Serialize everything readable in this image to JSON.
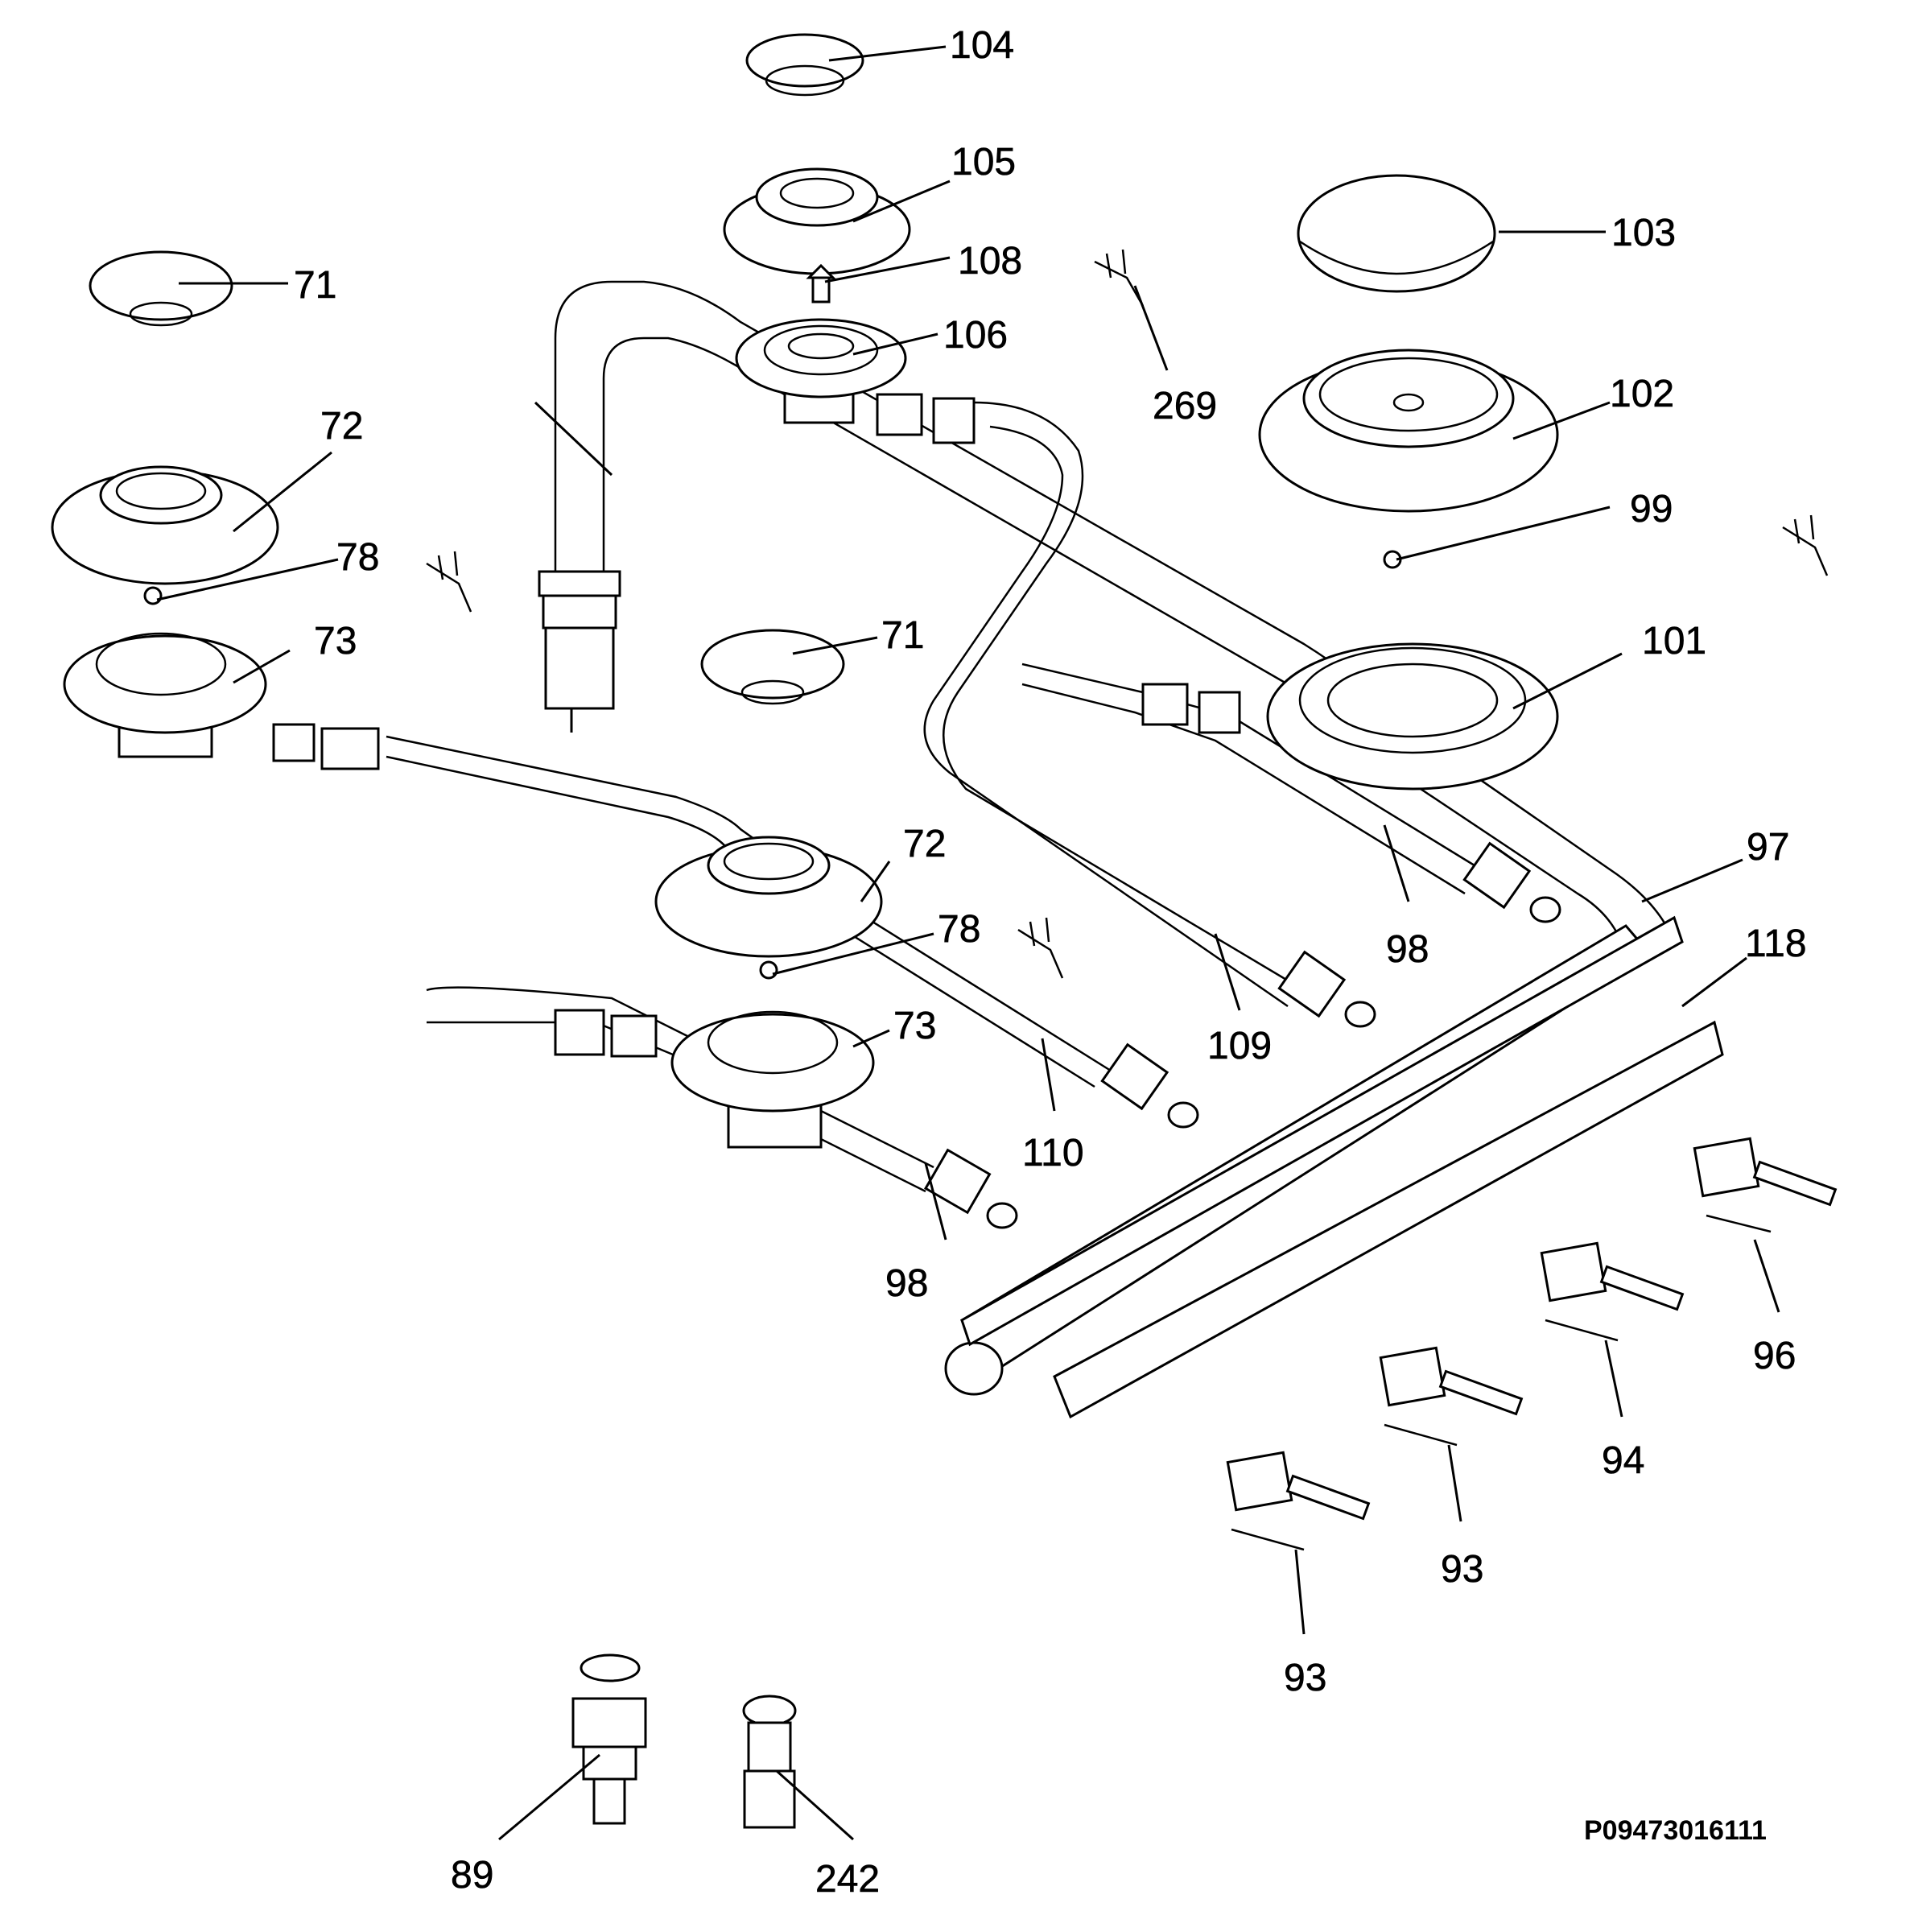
{
  "diagram": {
    "code": "P09473016111",
    "callouts": [
      "104",
      "105",
      "108",
      "106",
      "71",
      "103",
      "269",
      "102",
      "72",
      "78",
      "99",
      "73",
      "71",
      "101",
      "72",
      "78",
      "97",
      "118",
      "98",
      "109",
      "73",
      "110",
      "98",
      "96",
      "94",
      "93",
      "93",
      "89",
      "242"
    ]
  }
}
